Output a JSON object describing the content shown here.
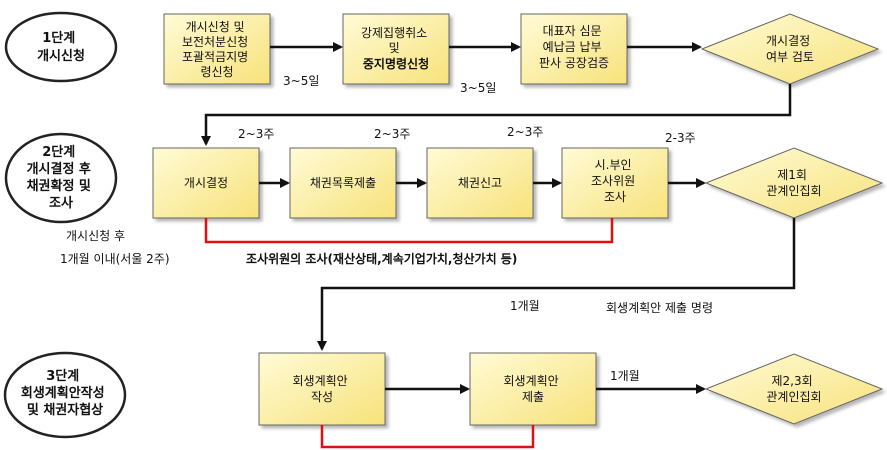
{
  "stages": [
    {
      "lines": [
        "1단계",
        "개시신청"
      ]
    },
    {
      "lines": [
        "2단계",
        "개시결정 후",
        "채권확정 및",
        "조사"
      ]
    },
    {
      "lines": [
        "3단계",
        "회생계획안작성",
        "및 채권자협상"
      ]
    }
  ],
  "boxes": {
    "application": {
      "lines": [
        "개시신청 및",
        "보전처분신청",
        "포괄적금지명",
        "령신청"
      ]
    },
    "enforcement_stay": {
      "lines": [
        "강제집행취소",
        "및",
        "중지명령신청"
      ]
    },
    "review": {
      "lines": [
        "대표자 심문",
        "예납금 납부",
        "판사 공장검증"
      ]
    },
    "decision_check": {
      "lines": [
        "개시결정",
        "여부 검토"
      ]
    },
    "commencement": {
      "lines": [
        "개시결정"
      ]
    },
    "claims_list": {
      "lines": [
        "채권목록제출"
      ]
    },
    "claims_report": {
      "lines": [
        "채권신고"
      ]
    },
    "investigator_review": {
      "lines": [
        "시.부인",
        "조사위원",
        "조사"
      ]
    },
    "meeting1": {
      "lines": [
        "제1회",
        "관계인집회"
      ]
    },
    "plan_draft": {
      "lines": [
        "회생계획안",
        "작성"
      ]
    },
    "plan_submit": {
      "lines": [
        "회생계획안",
        "제출"
      ]
    },
    "meeting23": {
      "lines": [
        "제2,3회",
        "관계인집회"
      ]
    }
  },
  "labels": {
    "d1": "3~5일",
    "d2": "3~5일",
    "w1": "2~3주",
    "w2": "2~3주",
    "w3": "2~3주",
    "w4": "2-3주",
    "after_app_1": "개시신청 후",
    "after_app_2": "1개월 이내(서울 2주)",
    "investigation": "조사위원의 조사(재산상태,계속기업가치,청산가치 등)",
    "month_a": "1개월",
    "plan_order": "회생계획안 제출 명령",
    "month_b": "1개월"
  },
  "colors": {
    "box_fill": "#fdf0a0",
    "box_stroke": "#555555",
    "bracket": "#e01010",
    "arrow": "#111111"
  }
}
